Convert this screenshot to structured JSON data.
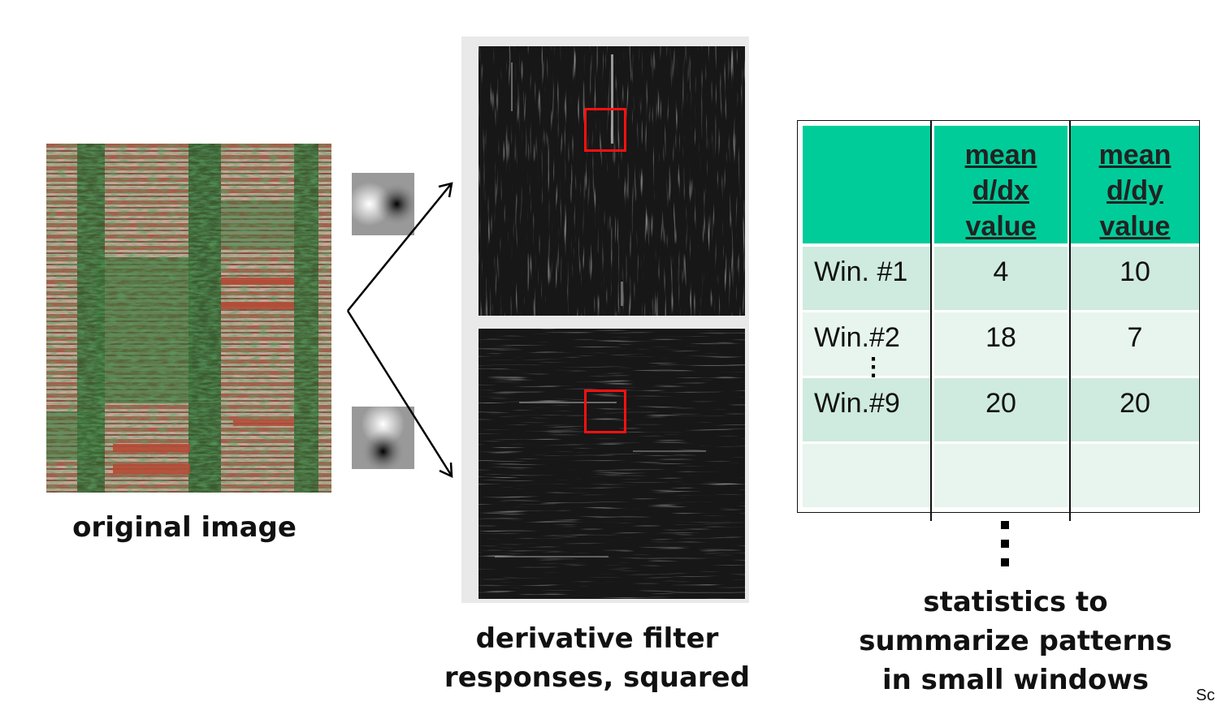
{
  "captions": {
    "original": "original image",
    "derivative": "derivative filter responses, squared",
    "stats": "statistics to summarize patterns in small windows",
    "corner": "Sc"
  },
  "colors": {
    "table_header": "#00cc99",
    "row_dark": "#cfeadf",
    "row_light": "#e7f5ee",
    "window_box": "#ff1010",
    "response_bg": "#171717"
  },
  "table": {
    "headers": [
      "",
      "mean d/dx value",
      "mean d/dy value"
    ],
    "header_lines": {
      "col1": [
        "mean",
        "d/dx",
        "value"
      ],
      "col2": [
        "mean",
        "d/dy",
        "value"
      ]
    },
    "rows": [
      {
        "label": "Win. #1",
        "dx": "4",
        "dy": "10"
      },
      {
        "label": "Win.#2",
        "dx": "18",
        "dy": "7"
      },
      {
        "label": "Win.#9",
        "dx": "20",
        "dy": "20"
      },
      {
        "label": "",
        "dx": "",
        "dy": ""
      }
    ],
    "ellipsis": "⋮"
  },
  "icons": {
    "kernel_dx": "horizontal-derivative-kernel-icon",
    "kernel_dy": "vertical-derivative-kernel-icon",
    "ellipsis": "vertical-ellipsis-icon"
  }
}
